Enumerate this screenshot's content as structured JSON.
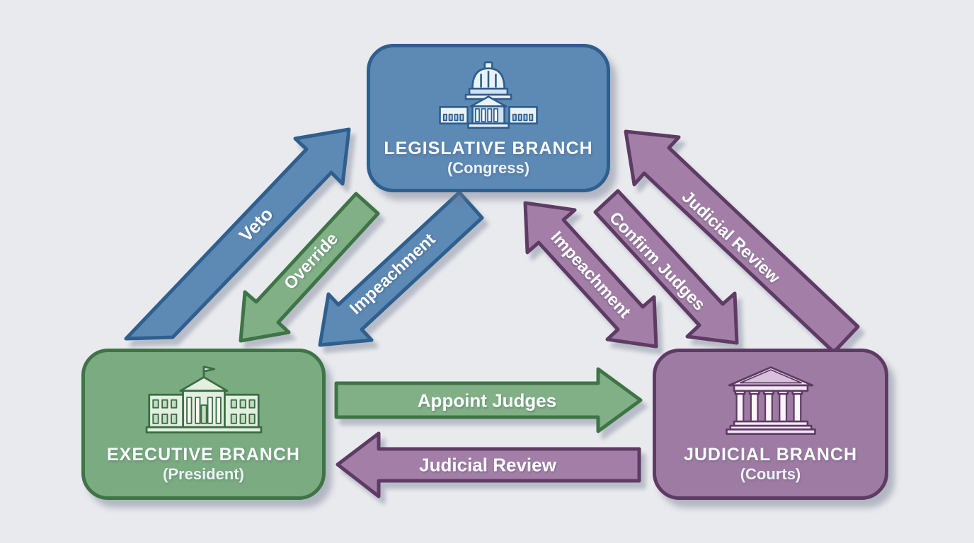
{
  "palette": {
    "background": "#e9eaee",
    "blue": "#5d89b5",
    "blue_dark": "#2e5f8e",
    "green": "#7bab81",
    "green_dark": "#3e7446",
    "purple": "#9e7ba3",
    "purple_dark": "#5e3b64",
    "label_text": "#ffffff"
  },
  "boxes": {
    "legislative": {
      "title": "LEGISLATIVE BRANCH",
      "subtitle": "(Congress)",
      "icon": "capitol-building-icon",
      "fill": "#5d89b5",
      "border": "#2e5f8e"
    },
    "executive": {
      "title": "EXECUTIVE BRANCH",
      "subtitle": "(President)",
      "icon": "white-house-icon",
      "fill": "#7bab81",
      "border": "#3e7446"
    },
    "judicial": {
      "title": "JUDICIAL BRANCH",
      "subtitle": "(Courts)",
      "icon": "courthouse-icon",
      "fill": "#9e7ba3",
      "border": "#5e3b64"
    }
  },
  "arrows": [
    {
      "label": "Veto",
      "from": "executive",
      "to": "legislative",
      "color": "blue"
    },
    {
      "label": "Override",
      "from": "legislative",
      "to": "executive",
      "color": "green"
    },
    {
      "label": "Impeachment",
      "from": "legislative",
      "to": "executive",
      "color": "blue"
    },
    {
      "label": "Impeachment",
      "from": "judicial",
      "to": "legislative",
      "color": "purple",
      "double_headed": true
    },
    {
      "label": "Confirm Judges",
      "from": "legislative",
      "to": "judicial",
      "color": "purple"
    },
    {
      "label": "Judicial Review",
      "from": "judicial",
      "to": "legislative",
      "color": "purple"
    },
    {
      "label": "Appoint Judges",
      "from": "executive",
      "to": "judicial",
      "color": "green"
    },
    {
      "label": "Judicial Review",
      "from": "judicial",
      "to": "executive",
      "color": "purple"
    }
  ]
}
